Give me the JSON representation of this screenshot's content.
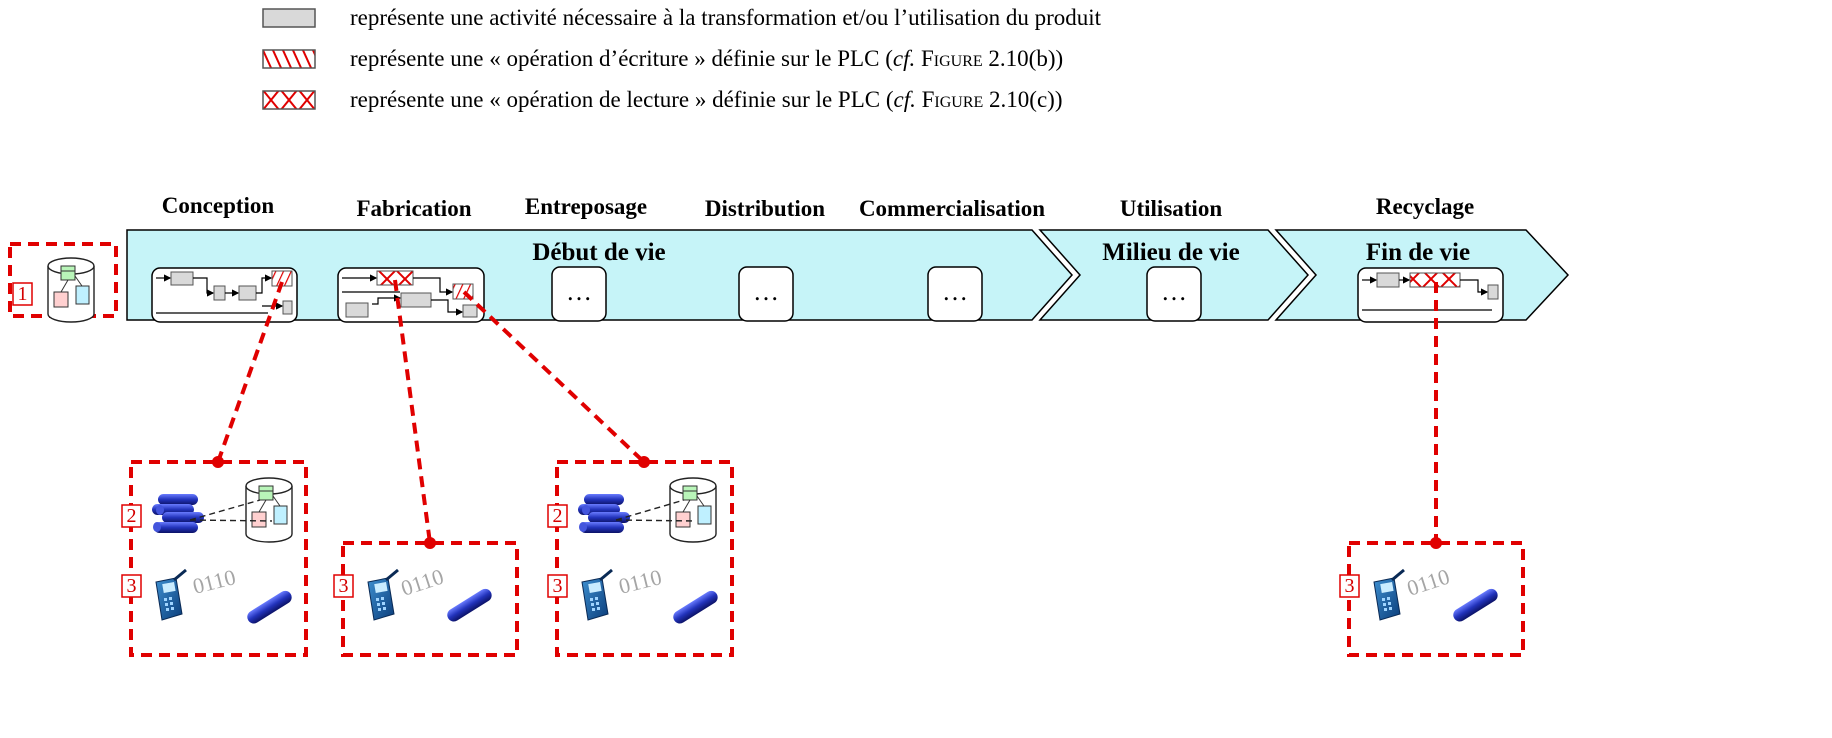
{
  "legend": [
    {
      "swatch": "plain-activity",
      "prefix": "représente une activité nécessaire à la transformation et/ou l’utilisation du produit",
      "cf": "",
      "fig": "",
      "ref": "",
      "close": ""
    },
    {
      "swatch": "write-operation",
      "prefix": "représente une « opération d’écriture » définie sur le PLC (",
      "cf": "cf.",
      "fig": "Figure",
      "ref": "2.10(b)",
      "close": ")"
    },
    {
      "swatch": "read-operation",
      "prefix": "représente une « opération de lecture » définie sur le PLC (",
      "cf": "cf.",
      "fig": "Figure",
      "ref": "2.10(c)",
      "close": ")"
    }
  ],
  "phases": [
    "Conception",
    "Fabrication",
    "Entreposage",
    "Distribution",
    "Commercialisation",
    "Utilisation",
    "Recyclage"
  ],
  "zones": [
    "Début de vie",
    "Milieu de vie",
    "Fin de vie"
  ],
  "placeholders": [
    "…",
    "…",
    "…",
    "…"
  ],
  "numbers": [
    "1",
    "2",
    "3",
    "3",
    "2",
    "3",
    "3"
  ],
  "bits": [
    "0110",
    "0110",
    "0110",
    "0110"
  ],
  "colors": {
    "accent": "#e00000",
    "lifecycle_fill": "#c6f4f8",
    "activity_fill": "#d9d9d9",
    "tube": "#2233bb"
  }
}
